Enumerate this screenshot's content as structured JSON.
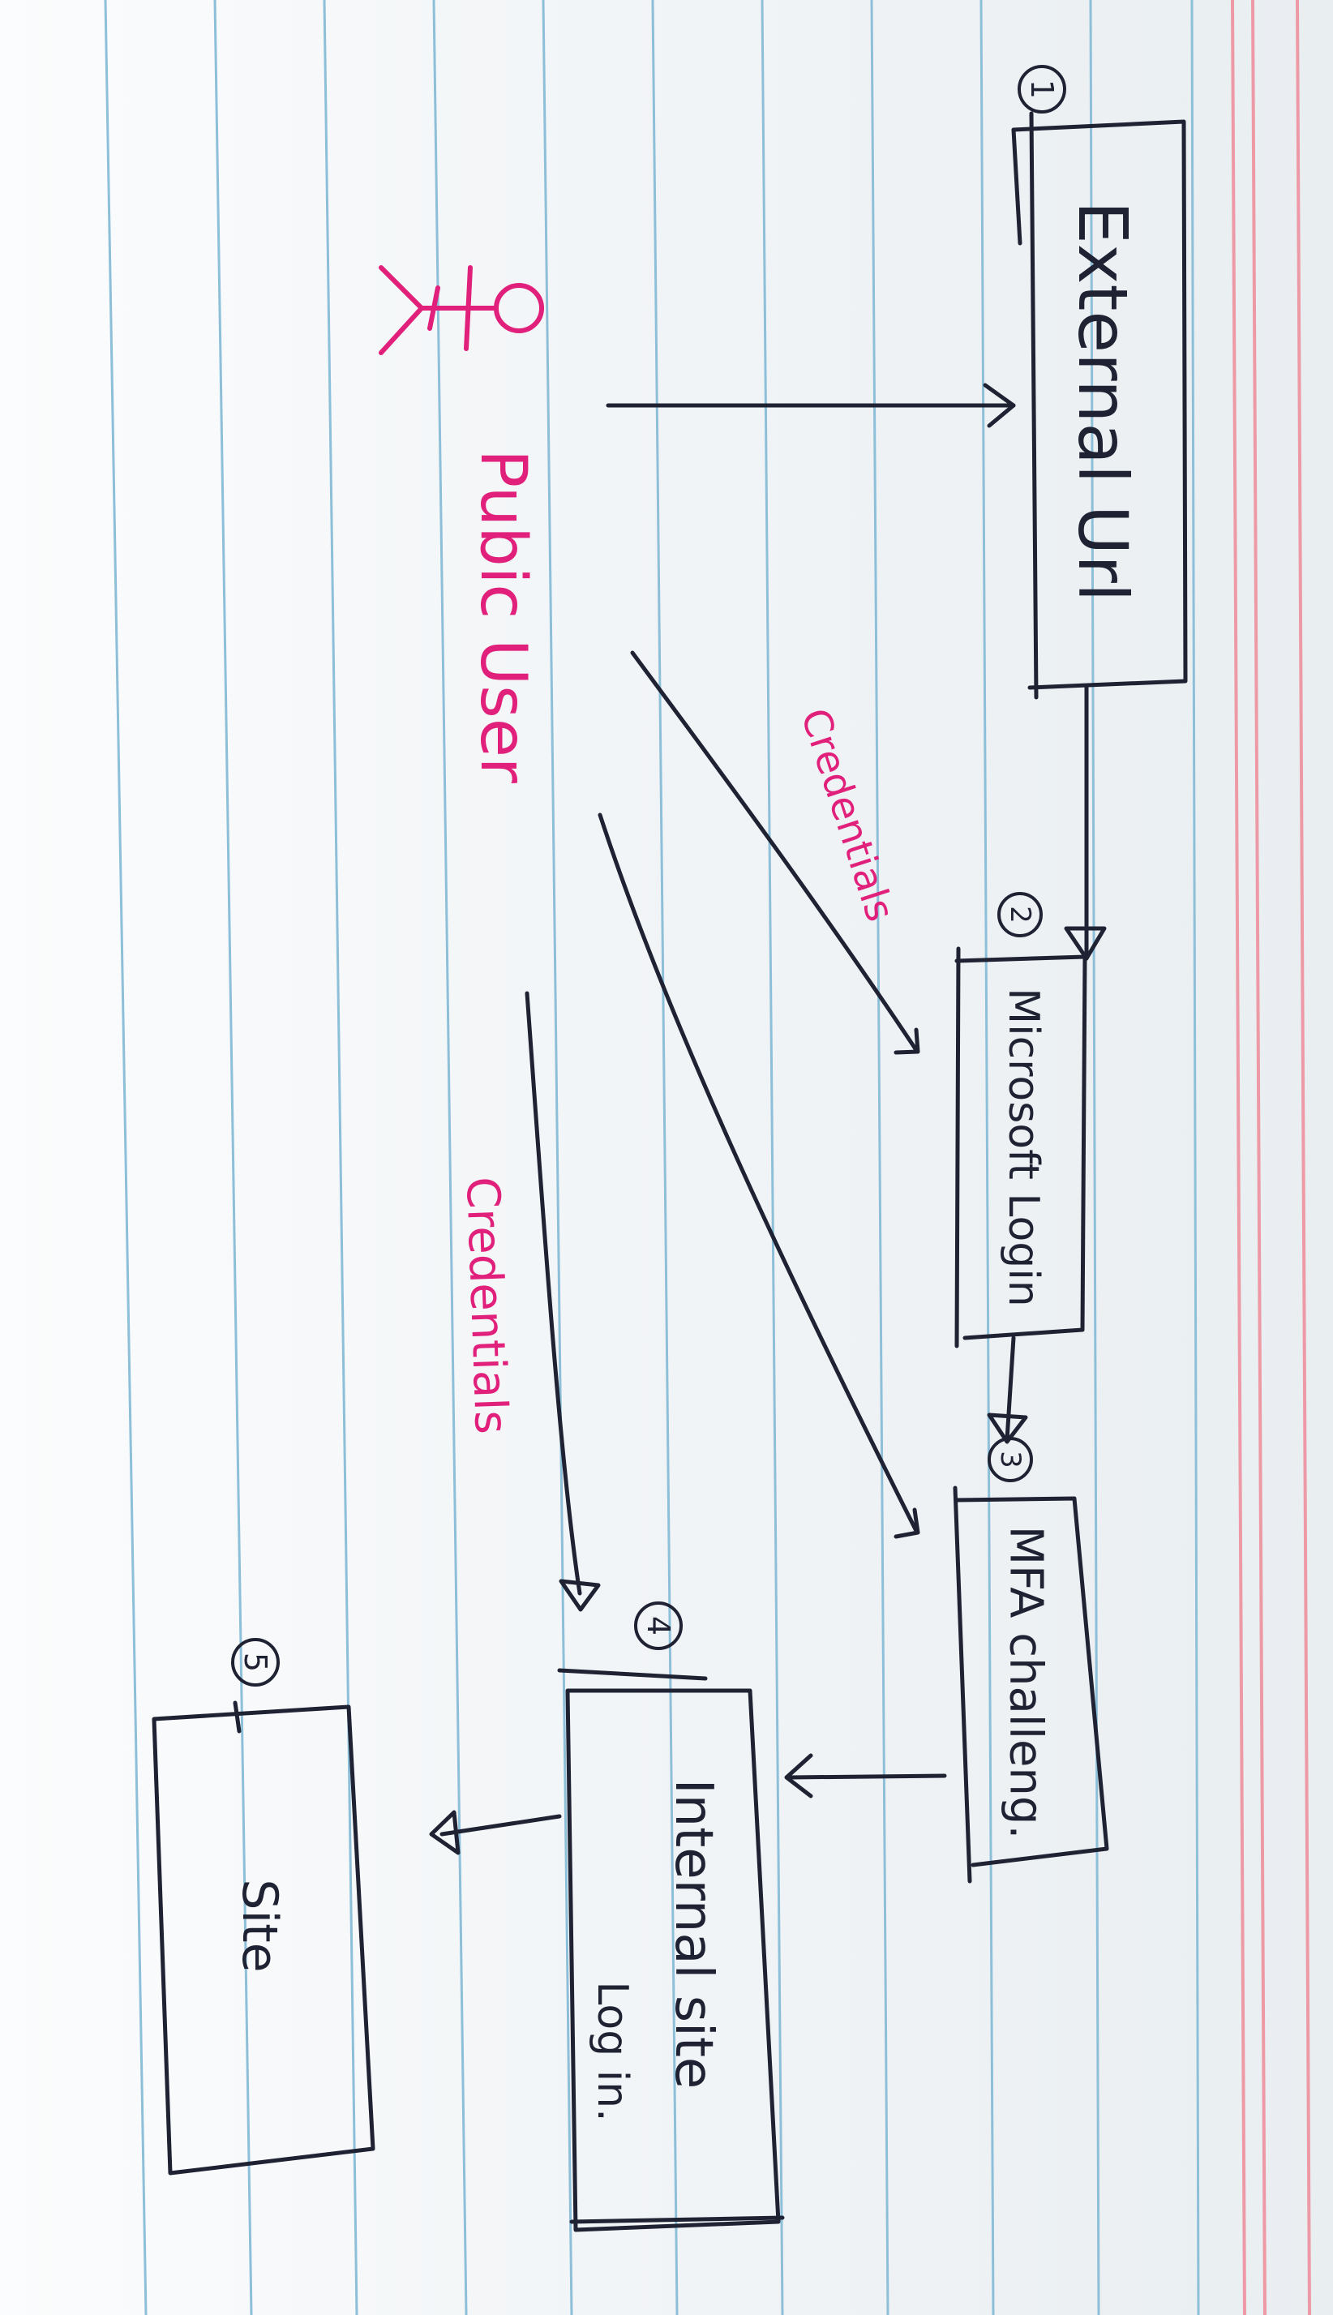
{
  "diagram": {
    "nodes": {
      "n1": {
        "number": "1",
        "label": "External Url"
      },
      "n2": {
        "number": "2",
        "label": "Microsoft Login"
      },
      "n3": {
        "number": "3",
        "label": "MFA challeng."
      },
      "n4": {
        "number": "4",
        "label_line1": "Internal site",
        "label_line2": "Log in."
      },
      "n5": {
        "number": "5",
        "label": "Site"
      }
    },
    "actor": {
      "label": "Pubic User"
    },
    "edge_labels": {
      "credentials_1": "Credentials",
      "credentials_2": "Credentials"
    }
  },
  "colors": {
    "ink": "#1f2233",
    "highlight": "#e0207a",
    "rule_blue": "#8dbfd9",
    "rule_red": "#ee9aa6"
  }
}
